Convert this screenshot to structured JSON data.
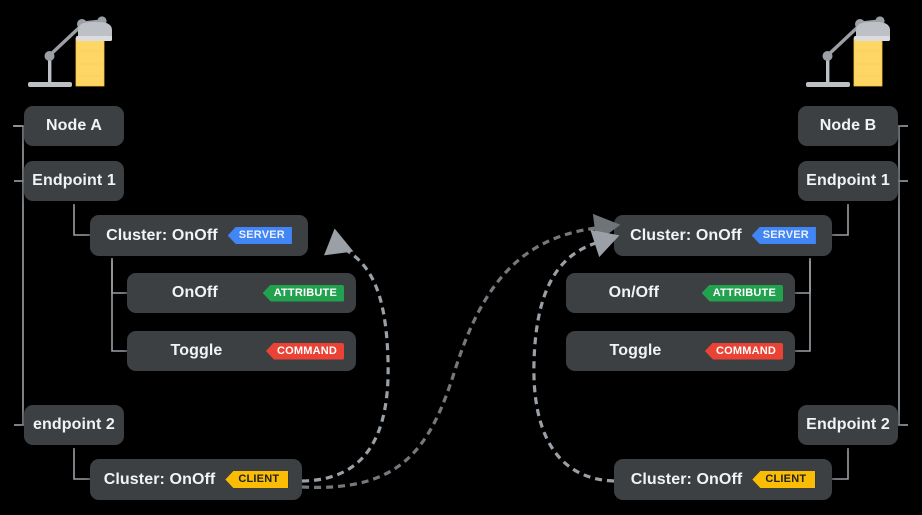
{
  "diagram": {
    "title": "Matter node binding diagram",
    "background_color": "#000000",
    "box_color": "#3c4043",
    "text_color": "#f1f3f4",
    "connector_color": "#9aa0a6",
    "badge_colors": {
      "server": "#4285f4",
      "client": "#fbbc04",
      "attribute": "#22a14f",
      "command": "#ea4335"
    }
  },
  "left_node": {
    "icon": "desk-lamp-icon",
    "node_label": "Node A",
    "endpoint1_label": "Endpoint 1",
    "cluster_server_label": "Cluster: OnOff",
    "cluster_server_badge": "SERVER",
    "attribute_label": "OnOff",
    "attribute_badge": "ATTRIBUTE",
    "command_label": "Toggle",
    "command_badge": "COMMAND",
    "endpoint2_label": "endpoint 2",
    "cluster_client_label": "Cluster: OnOff",
    "cluster_client_badge": "CLIENT"
  },
  "right_node": {
    "icon": "desk-lamp-icon",
    "node_label": "Node B",
    "endpoint1_label": "Endpoint 1",
    "cluster_server_label": "Cluster: OnOff",
    "cluster_server_badge": "SERVER",
    "attribute_label": "On/Off",
    "attribute_badge": "ATTRIBUTE",
    "command_label": "Toggle",
    "command_badge": "COMMAND",
    "endpoint2_label": "Endpoint 2",
    "cluster_client_label": "Cluster: OnOff",
    "cluster_client_badge": "CLIENT"
  },
  "links": [
    {
      "name": "left-client-to-left-server",
      "from": "left_node.cluster_client",
      "to": "left_node.cluster_server",
      "style": "dashed-curve-arrow"
    },
    {
      "name": "left-client-to-right-server",
      "from": "left_node.cluster_client",
      "to": "right_node.cluster_server",
      "style": "dashed-curve-arrow"
    },
    {
      "name": "right-client-to-right-server",
      "from": "right_node.cluster_client",
      "to": "right_node.cluster_server",
      "style": "dashed-curve-arrow"
    }
  ]
}
